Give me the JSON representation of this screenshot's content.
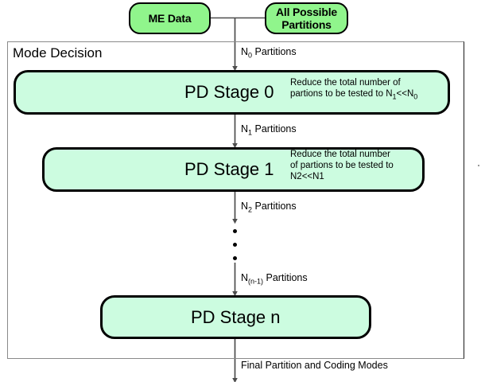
{
  "diagram": {
    "title": "Mode Decision multi-stage partition decision flow",
    "container_label": "Mode Decision",
    "colors": {
      "source_box_fill": "#90F58C",
      "stage_box_fill": "#CCFCE0",
      "box_border": "#000000",
      "container_border": "#8A8A8A",
      "arrow": "#4D4D4D",
      "text": "#000000"
    }
  },
  "sources": [
    {
      "id": "me-data",
      "label": "ME Data"
    },
    {
      "id": "all-possible-partitions",
      "label_line1": "All Possible",
      "label_line2": "Partitions"
    }
  ],
  "stages": [
    {
      "id": "pd-stage-0",
      "title": "PD Stage 0",
      "note_line1": "Reduce the total number of",
      "note_line2_pre": "partions to be tested to N",
      "note_line2_sub1": "1",
      "note_line2_mid": "<<N",
      "note_line2_sub2": "0"
    },
    {
      "id": "pd-stage-1",
      "title": "PD Stage 1",
      "note_line1": "Reduce the total number",
      "note_line2": "of partions to be tested to",
      "note_line3": "N2<<N1"
    },
    {
      "id": "pd-stage-n",
      "title": "PD Stage n",
      "note_line1": ""
    }
  ],
  "edges": [
    {
      "id": "n0",
      "pre": "N",
      "sub": "0",
      "post": " Partitions"
    },
    {
      "id": "n1",
      "pre": "N",
      "sub": "1",
      "post": " Partitions"
    },
    {
      "id": "n2",
      "pre": "N",
      "sub": "2",
      "post": " Partitions"
    },
    {
      "id": "nn1",
      "pre": "N",
      "sub": "(n-1)",
      "post": " Partitions"
    },
    {
      "id": "final",
      "pre": "",
      "sub": "",
      "post": "Final Partition and Coding Modes",
      "full": "Final Partition and Coding Modes"
    }
  ],
  "ellipsis": {
    "dot_count": 3
  }
}
